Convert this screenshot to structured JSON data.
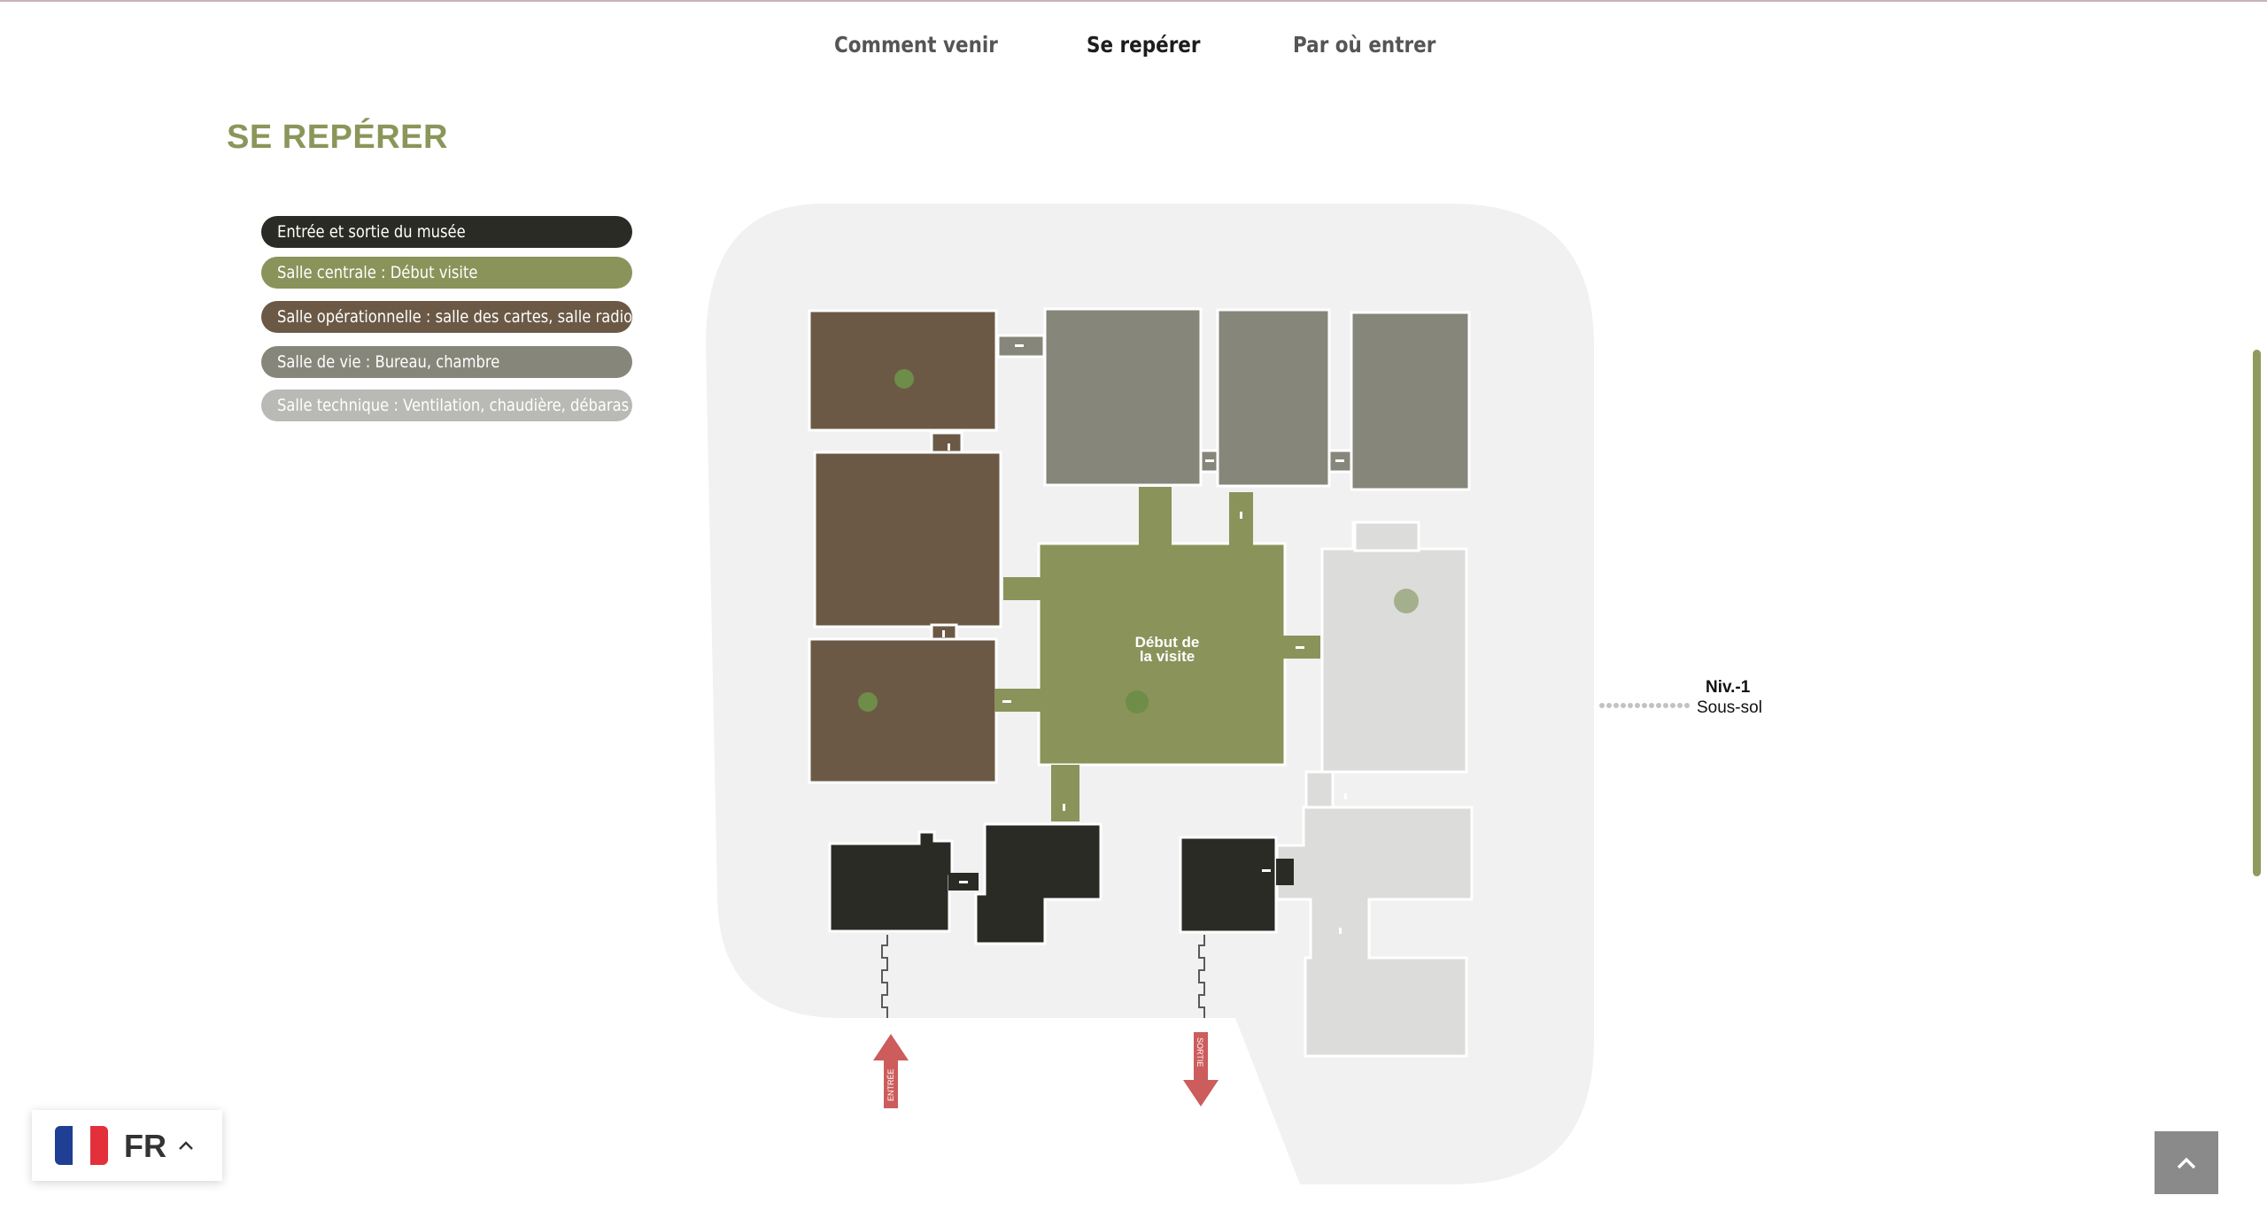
{
  "nav": {
    "tabs": [
      {
        "label": "Comment venir",
        "active": false
      },
      {
        "label": "Se repérer",
        "active": true
      },
      {
        "label": "Par où entrer",
        "active": false
      }
    ]
  },
  "page": {
    "title": "SE REPÉRER"
  },
  "legend": {
    "items": [
      {
        "label": "Entrée et sortie du musée",
        "color": "#2a2b25"
      },
      {
        "label": "Salle centrale : Début visite",
        "color": "#8a935a"
      },
      {
        "label": "Salle opérationnelle : salle des cartes, salle radio",
        "color": "#6b5946"
      },
      {
        "label": "Salle de vie : Bureau, chambre",
        "color": "#86877a"
      },
      {
        "label": "Salle technique : Ventilation, chaudière, débaras",
        "color": "#b9b9b5"
      }
    ]
  },
  "map": {
    "center_label_line1": "Début de",
    "center_label_line2": "la visite",
    "entry_label": "ENTRÉE",
    "exit_label": "SORTIE",
    "level": {
      "title": "Niv.-1",
      "subtitle": "Sous-sol"
    },
    "colors": {
      "background": "#f1f1f1",
      "entrance": "#2a2b25",
      "central": "#8a935a",
      "operational": "#6b5946",
      "living": "#86877a",
      "technical": "#dcdddb",
      "arrow": "#cd5c5c",
      "marker": "#6e8d48"
    }
  },
  "language": {
    "code": "FR",
    "flag_colors": [
      "#1f3f95",
      "#ffffff",
      "#e3303b"
    ]
  },
  "icons": {
    "back_to_top": "chevron-up-icon",
    "language_toggle": "chevron-up-icon"
  }
}
